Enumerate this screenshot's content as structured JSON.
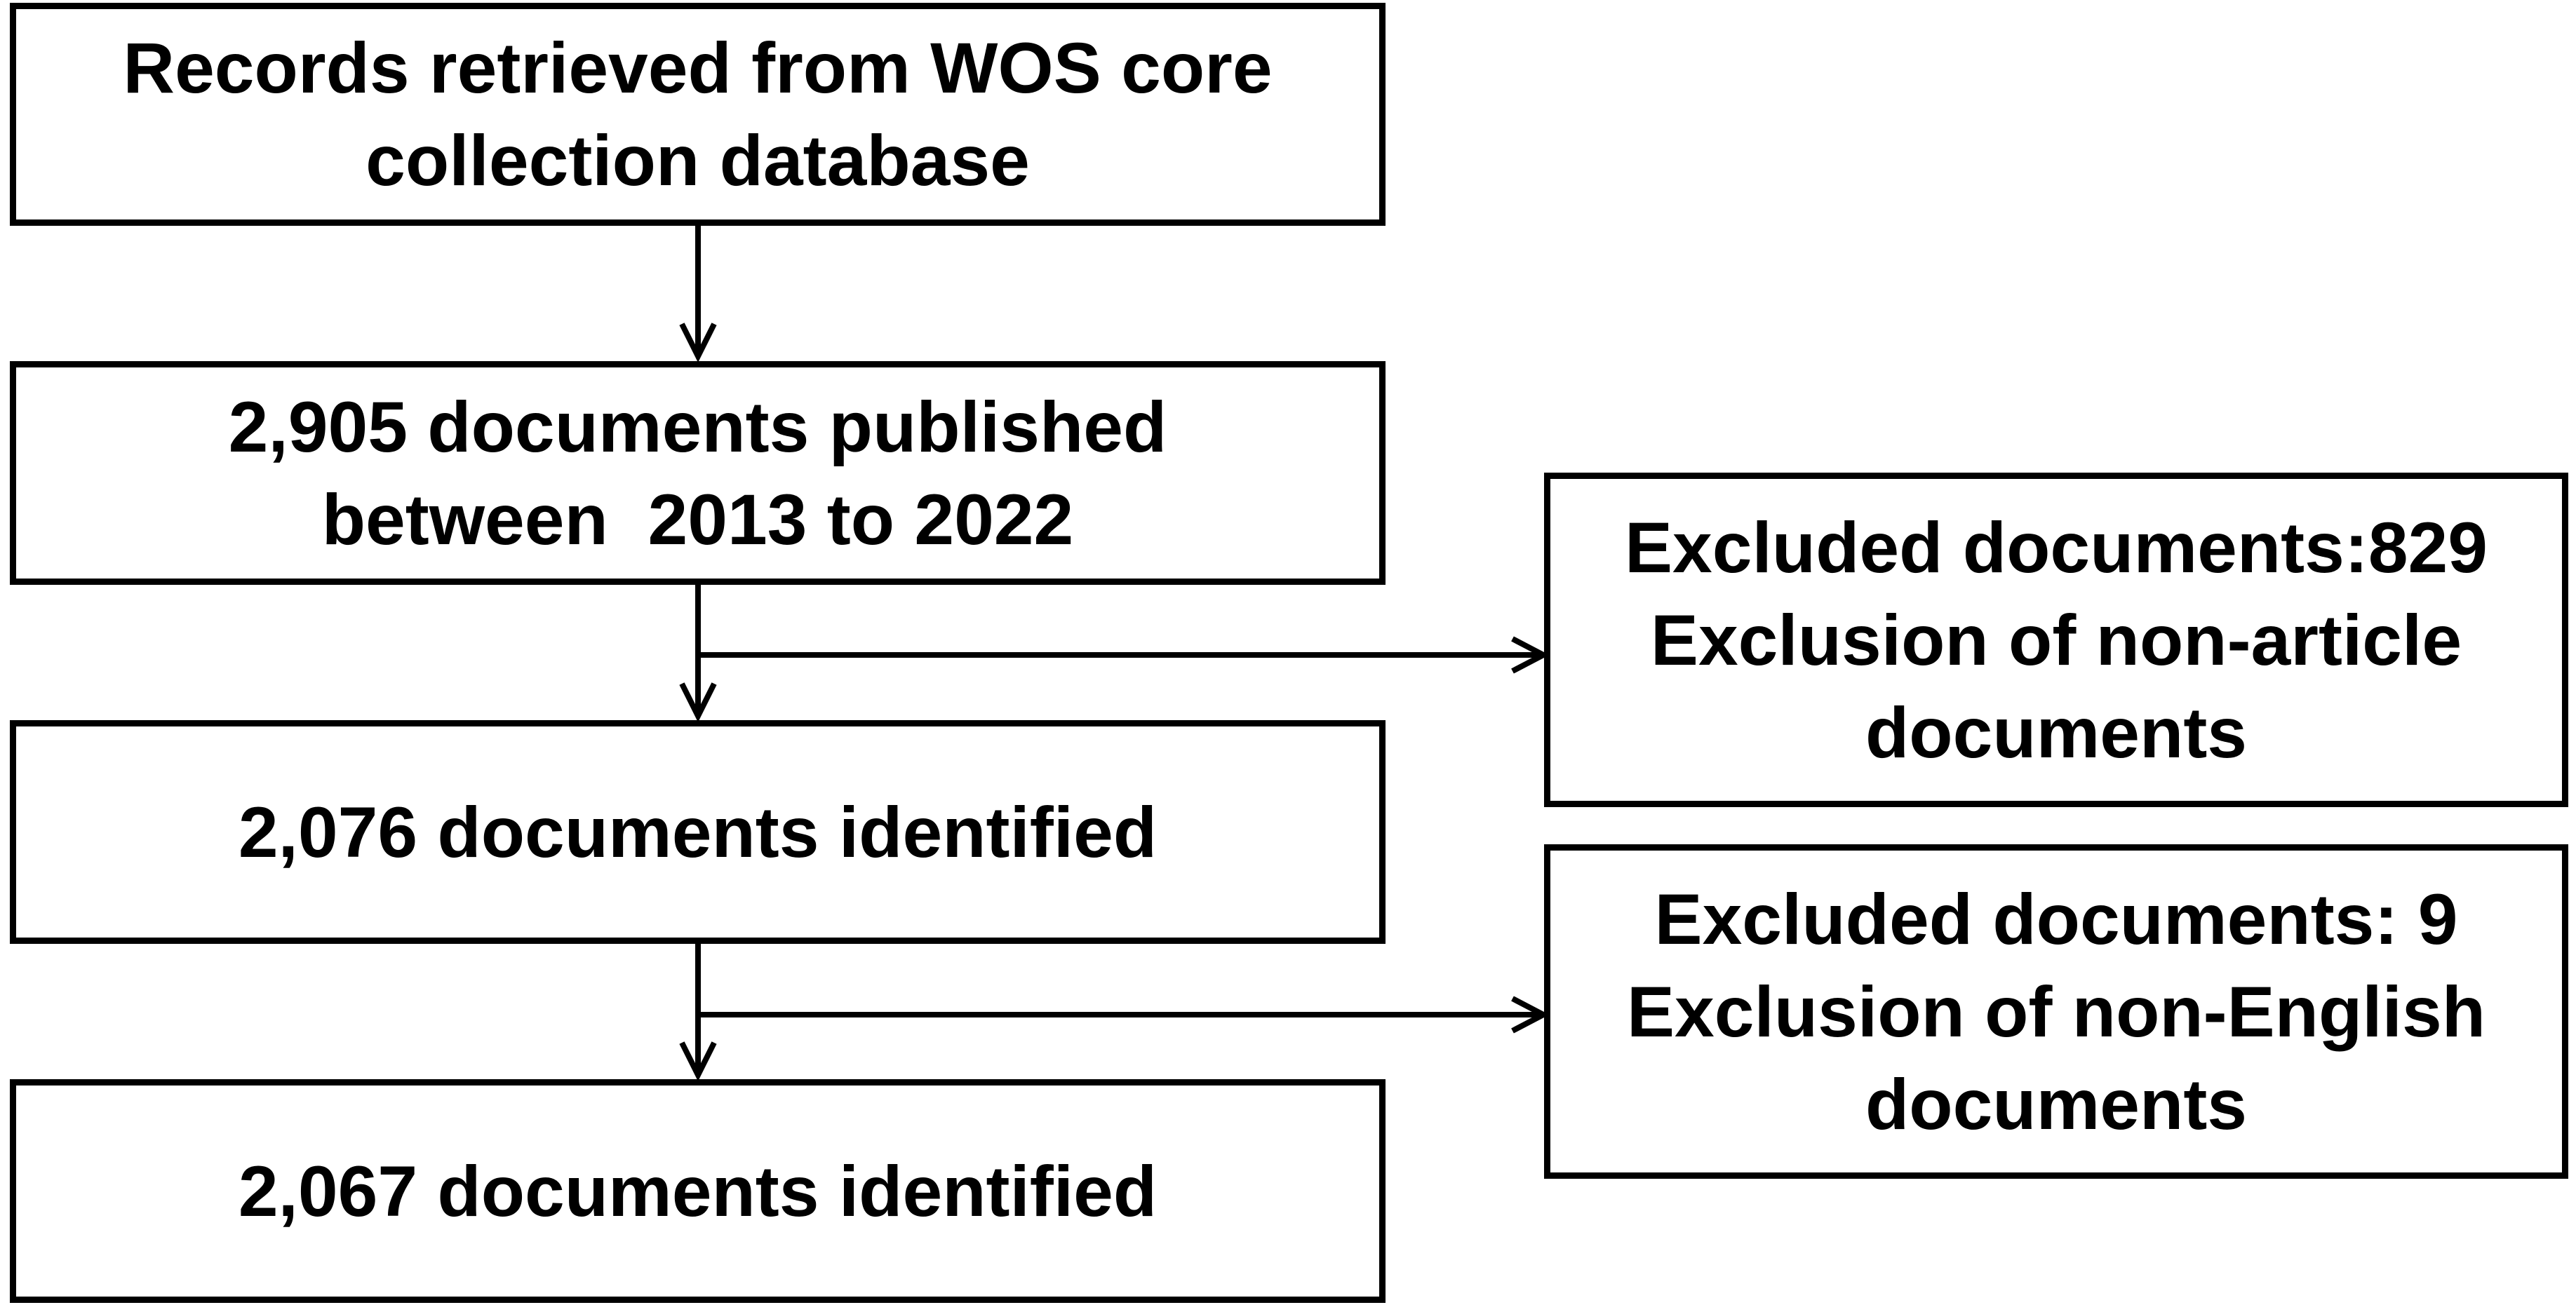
{
  "flowchart": {
    "main_steps": [
      {
        "line1": "Records retrieved from WOS core",
        "line2": "collection database"
      },
      {
        "line1": "2,905 documents published",
        "line2": "between  2013 to 2022"
      },
      {
        "line1": "2,076 documents identified"
      },
      {
        "line1": "2,067 documents identified"
      }
    ],
    "exclusions": [
      {
        "line1": "Excluded documents:829",
        "line2": "Exclusion of non-article",
        "line3": "documents"
      },
      {
        "line1": "Excluded documents: 9",
        "line2": "Exclusion of non-English",
        "line3": "documents"
      }
    ],
    "colors": {
      "stroke": "#000000",
      "background": "#ffffff"
    }
  }
}
